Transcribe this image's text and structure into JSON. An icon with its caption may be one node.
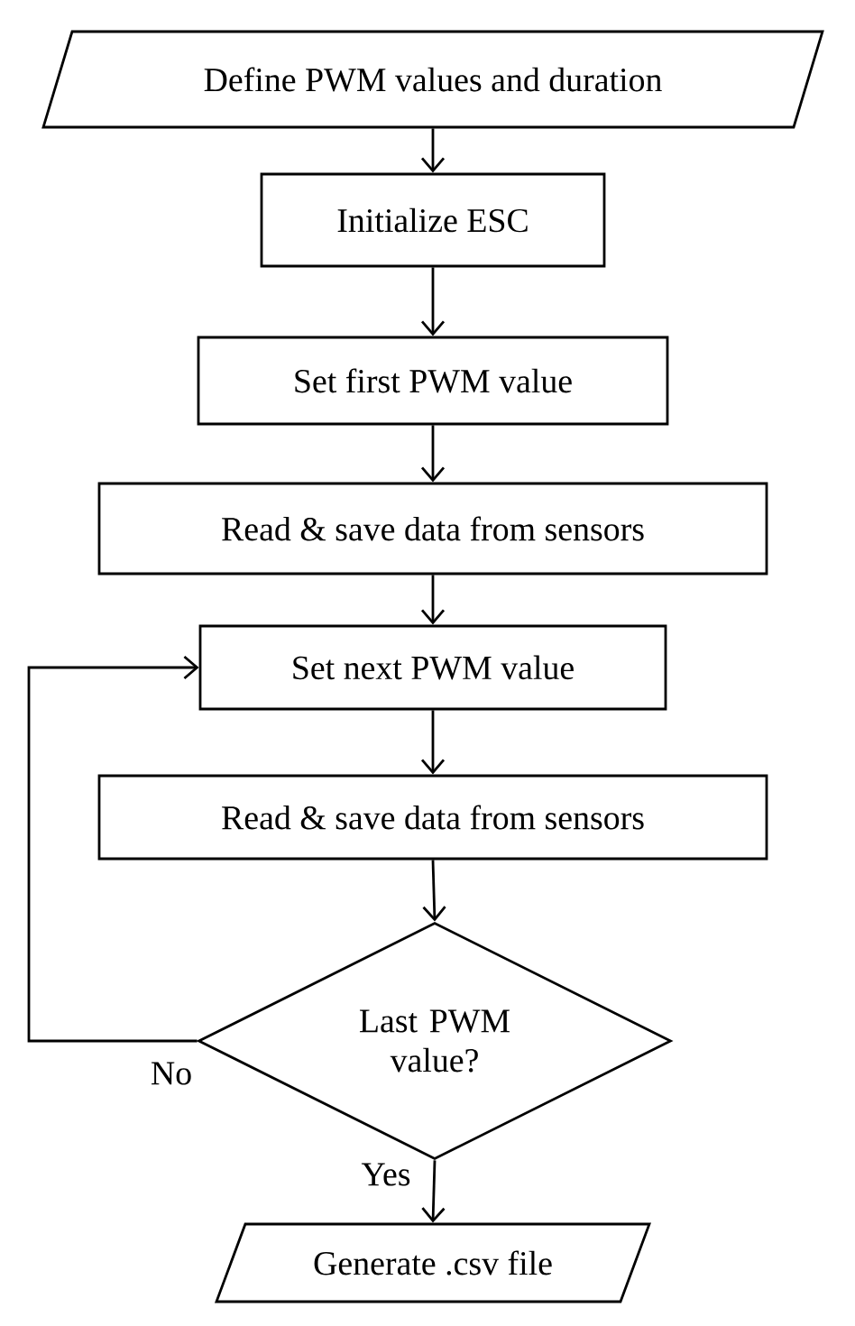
{
  "diagram": {
    "nodes": [
      {
        "text": [
          "Define PWM values and duration"
        ]
      },
      {
        "text": [
          "Initialize ESC"
        ]
      },
      {
        "text": [
          "Set first PWM value"
        ]
      },
      {
        "text": [
          "Read & save data from sensors"
        ]
      },
      {
        "text": [
          "Set next PWM value"
        ]
      },
      {
        "text": [
          "Read & save data from sensors"
        ]
      },
      {
        "text": [
          "Last PWM value?"
        ]
      },
      {
        "text": [
          "Generate .csv file"
        ]
      }
    ],
    "edges": [
      {
        "from": 0,
        "to": 1,
        "arrow": "to"
      },
      {
        "from": 1,
        "to": 2,
        "arrow": "to"
      },
      {
        "from": 2,
        "to": 3,
        "arrow": "to"
      },
      {
        "from": 3,
        "to": 4,
        "arrow": "to"
      },
      {
        "from": 4,
        "to": 5,
        "arrow": "to"
      },
      {
        "from": 5,
        "to": 6,
        "arrow": "to"
      },
      {
        "from": 6,
        "to": 7,
        "arrow": "to",
        "label": "Yes"
      },
      {
        "from": 6,
        "to": 4,
        "arrow": "to",
        "label": "No"
      }
    ]
  }
}
